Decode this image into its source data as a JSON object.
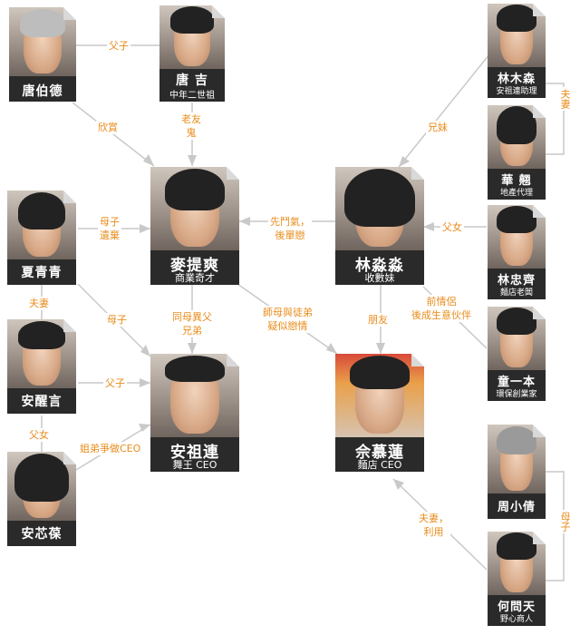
{
  "colors": {
    "line": "#c9c9c9",
    "label": "#e98c1b",
    "card": "#2a2a2a"
  },
  "people": {
    "tang_bai_de": {
      "name": "唐伯德"
    },
    "tang_ji": {
      "name": "唐 吉",
      "role": "中年二世祖"
    },
    "lin_mu_sen": {
      "name": "林木森",
      "role": "安祖連助理"
    },
    "hua_xiang": {
      "name": "華 翹",
      "role": "地產代理"
    },
    "xia_qing_qing": {
      "name": "夏青青"
    },
    "mai_ti_shuang": {
      "name": "麥提爽",
      "role": "商業奇才"
    },
    "lin_miao_miao": {
      "name": "林淼淼",
      "role": "收數妹"
    },
    "lin_zhong_qi": {
      "name": "林忠齊",
      "role": "麵店老闆"
    },
    "an_xing_yan": {
      "name": "安醒言"
    },
    "tong_yi_ben": {
      "name": "童一本",
      "role": "環保創業家"
    },
    "an_zu_lian": {
      "name": "安祖連",
      "role": "舞王 CEO"
    },
    "she_mu_lian": {
      "name": "佘慕蓮",
      "role": "麵店 CEO"
    },
    "an_xin_jie": {
      "name": "安芯葆"
    },
    "zhou_xiao_qian": {
      "name": "周小倩"
    },
    "he_wen_tian": {
      "name": "何問天",
      "role": "野心商人"
    }
  },
  "labels": {
    "fuzi_top": "父子",
    "laoyou_1": "老友",
    "laoyou_2": "鬼",
    "xinshang": "欣賞",
    "xiongmei": "兄妹",
    "fuqi_right": "夫妻",
    "muzi_1": "母子",
    "muzi_2": "遺棄",
    "xianmen_1": "先鬥氣，",
    "xianmen_2": "後單戀",
    "funu_right": "父女",
    "fuqi_left": "夫妻",
    "muzi_left": "母子",
    "tongmu_1": "同母異父",
    "tongmu_2": "兄弟",
    "shimu_1": "師母與徒弟",
    "shimu_2": "疑似戀情",
    "pengyou": "朋友",
    "qianqinglu_1": "前情侶",
    "qianqinglu_2": "後成生意伙伴",
    "fuzi_mid": "父子",
    "funu_left": "父女",
    "jiedi": "姐弟爭做CEO",
    "fuqi_liyong_1": "夫妻，",
    "fuqi_liyong_2": "利用",
    "muzi_right": "母子"
  }
}
